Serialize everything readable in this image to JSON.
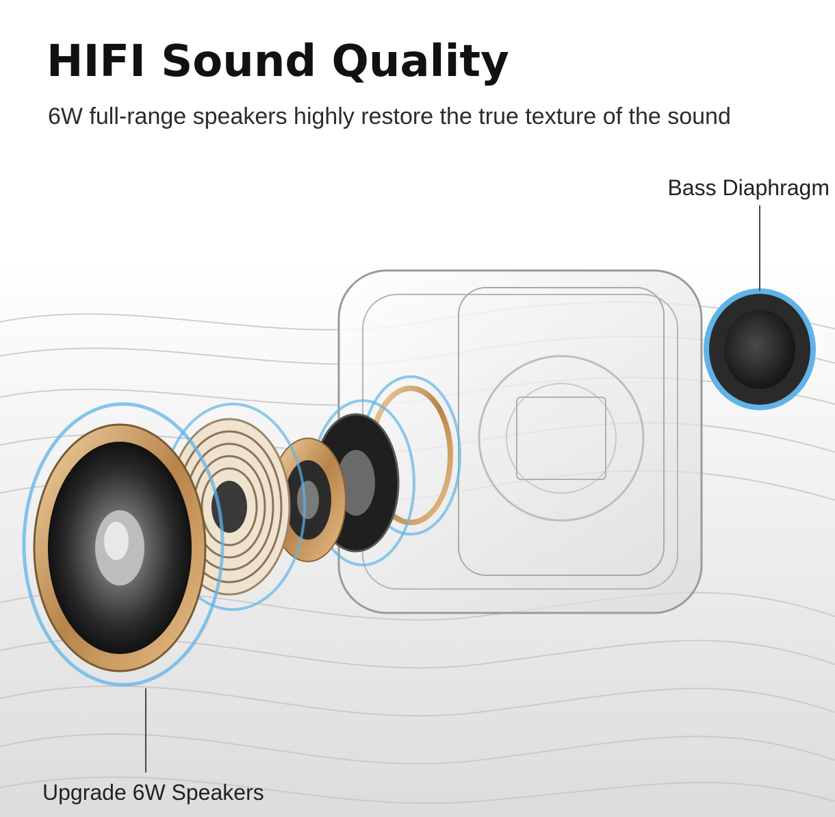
{
  "headline": "HIFI Sound Quality",
  "subline": "6W full-range speakers highly restore the true texture of the sound",
  "callouts": {
    "bass": "Bass Diaphragm",
    "speakers": "Upgrade 6W Speakers"
  },
  "colors": {
    "accent_blue": "#5fb3e8",
    "gold": "#c9975a",
    "text": "#111111"
  }
}
